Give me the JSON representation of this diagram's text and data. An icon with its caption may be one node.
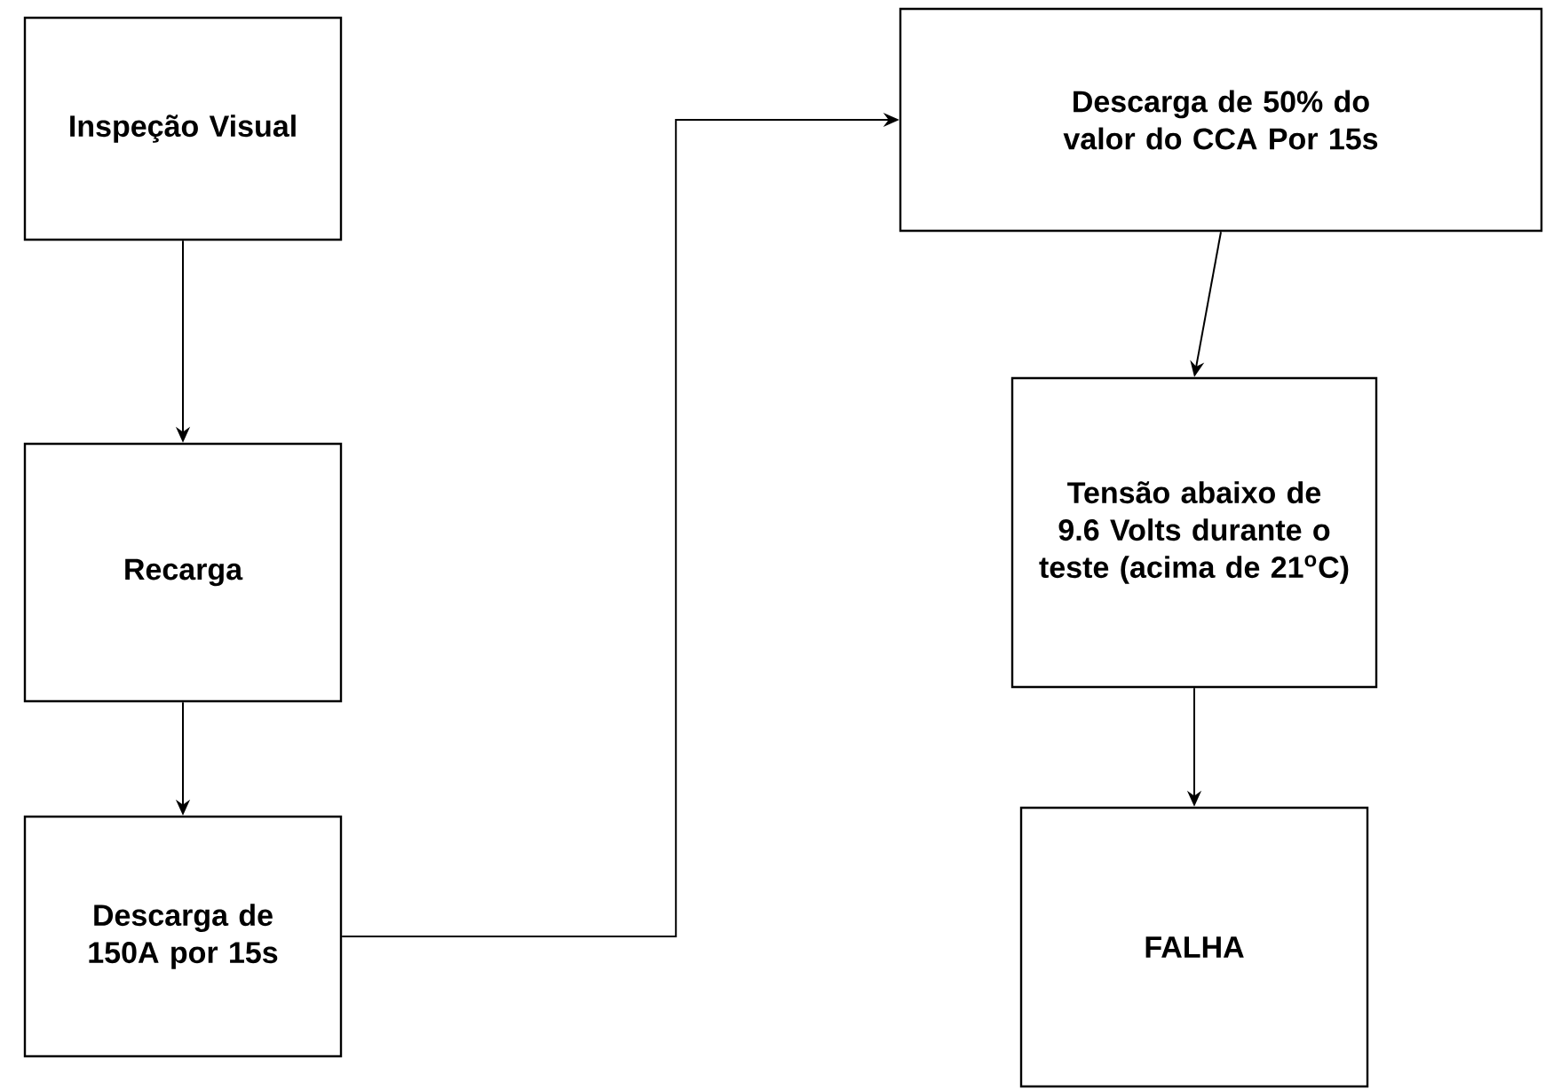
{
  "diagram": {
    "nodes": [
      {
        "text": [
          "Inspeção Visual"
        ]
      },
      {
        "text": [
          "Recarga"
        ]
      },
      {
        "text": [
          "Descarga de 150A por 15s"
        ]
      },
      {
        "text": [
          "Descarga de 50% do valor do CCA Por 15s"
        ]
      },
      {
        "text": [
          "Tensão abaixo de 9.6 Volts durante o teste (acima de 21$^{o}$C)"
        ]
      },
      {
        "text": [
          "FALHA"
        ]
      }
    ],
    "edges": [
      {
        "from": 0,
        "to": 1,
        "arrow": "to"
      },
      {
        "from": 1,
        "to": 2,
        "arrow": "to"
      },
      {
        "from": 2,
        "to": 3,
        "arrow": "to"
      },
      {
        "from": 3,
        "to": 4,
        "arrow": "to"
      },
      {
        "from": 4,
        "to": 5,
        "arrow": "to"
      }
    ]
  }
}
